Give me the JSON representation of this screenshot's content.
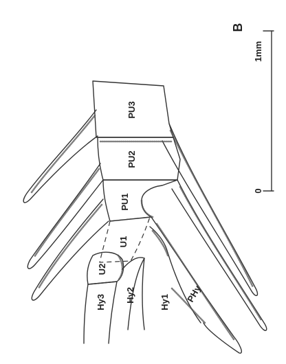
{
  "panel_letter": "B",
  "scale_bar": {
    "zero_label": "0",
    "max_label": "1mm"
  },
  "labels": {
    "pu3": "PU3",
    "pu2": "PU2",
    "pu1": "PU1",
    "u1": "U1",
    "u2": "U2",
    "hy3": "Hy3",
    "hy2": "Hy2",
    "hy1": "Hy1",
    "phy": "PHy"
  }
}
